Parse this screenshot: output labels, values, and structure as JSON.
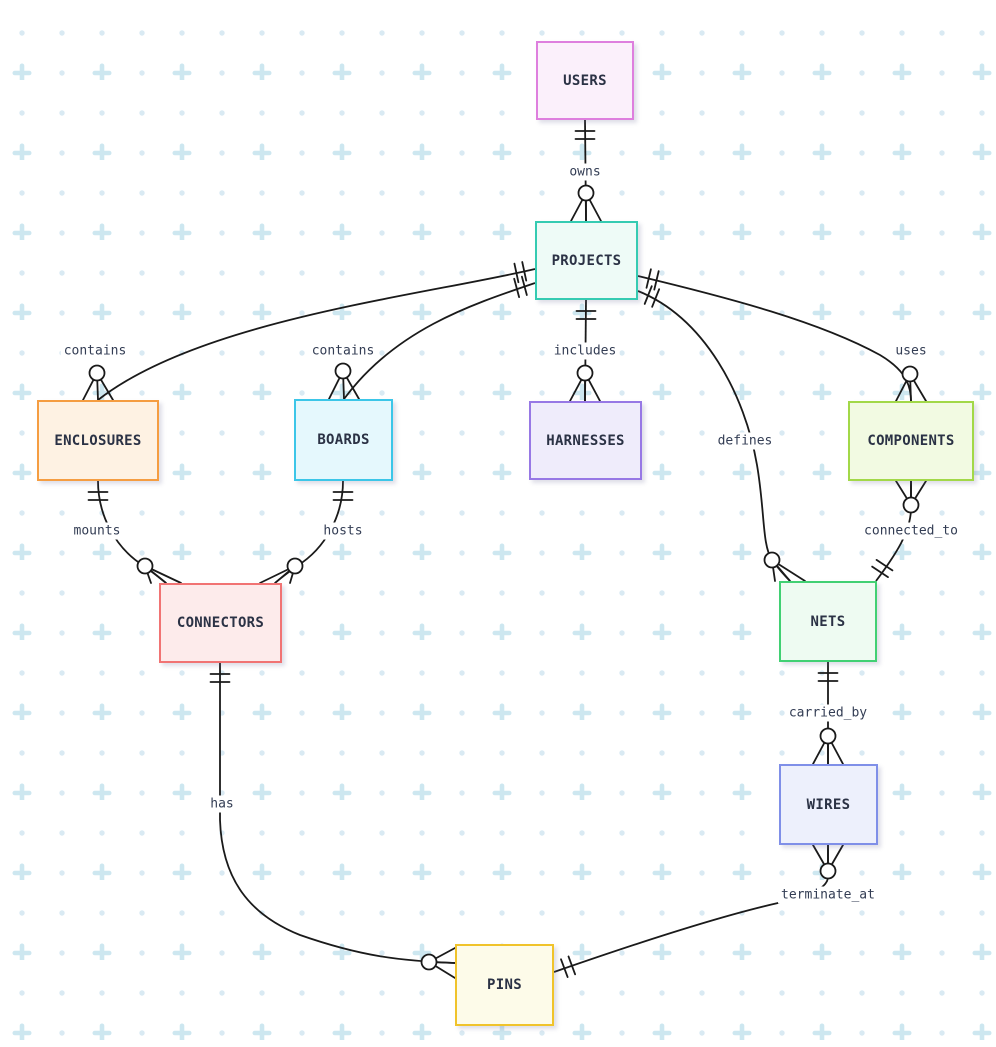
{
  "diagram": {
    "type": "entity-relationship-diagram",
    "notation": "crows-foot",
    "entities": [
      {
        "id": "users",
        "name": "USERS",
        "border_color": "#de7fde",
        "fill_color": "#fbf0fb"
      },
      {
        "id": "projects",
        "name": "PROJECTS",
        "border_color": "#35cbb2",
        "fill_color": "#eefbf7"
      },
      {
        "id": "enclosures",
        "name": "ENCLOSURES",
        "border_color": "#f59d41",
        "fill_color": "#fef2e3"
      },
      {
        "id": "boards",
        "name": "BOARDS",
        "border_color": "#3cc6e8",
        "fill_color": "#e5f8fd"
      },
      {
        "id": "harnesses",
        "name": "HARNESSES",
        "border_color": "#9778e5",
        "fill_color": "#efecfb"
      },
      {
        "id": "components",
        "name": "COMPONENTS",
        "border_color": "#a2d848",
        "fill_color": "#f2fae2"
      },
      {
        "id": "connectors",
        "name": "CONNECTORS",
        "border_color": "#f17373",
        "fill_color": "#fdebeb"
      },
      {
        "id": "nets",
        "name": "NETS",
        "border_color": "#41d073",
        "fill_color": "#eefbf2"
      },
      {
        "id": "wires",
        "name": "WIRES",
        "border_color": "#7f8fe8",
        "fill_color": "#edf0fc"
      },
      {
        "id": "pins",
        "name": "PINS",
        "border_color": "#f0c32b",
        "fill_color": "#fdfbe9"
      }
    ],
    "relationships": [
      {
        "from": "USERS",
        "to": "PROJECTS",
        "label": "owns",
        "from_cardinality": "exactly-one",
        "to_cardinality": "zero-or-many"
      },
      {
        "from": "PROJECTS",
        "to": "ENCLOSURES",
        "label": "contains",
        "from_cardinality": "exactly-one",
        "to_cardinality": "zero-or-many"
      },
      {
        "from": "PROJECTS",
        "to": "BOARDS",
        "label": "contains",
        "from_cardinality": "exactly-one",
        "to_cardinality": "zero-or-many"
      },
      {
        "from": "PROJECTS",
        "to": "HARNESSES",
        "label": "includes",
        "from_cardinality": "exactly-one",
        "to_cardinality": "zero-or-many"
      },
      {
        "from": "PROJECTS",
        "to": "COMPONENTS",
        "label": "uses",
        "from_cardinality": "exactly-one",
        "to_cardinality": "zero-or-many"
      },
      {
        "from": "PROJECTS",
        "to": "NETS",
        "label": "defines",
        "from_cardinality": "exactly-one",
        "to_cardinality": "zero-or-many"
      },
      {
        "from": "ENCLOSURES",
        "to": "CONNECTORS",
        "label": "mounts",
        "from_cardinality": "exactly-one",
        "to_cardinality": "zero-or-many"
      },
      {
        "from": "BOARDS",
        "to": "CONNECTORS",
        "label": "hosts",
        "from_cardinality": "exactly-one",
        "to_cardinality": "zero-or-many"
      },
      {
        "from": "COMPONENTS",
        "to": "NETS",
        "label": "connected_to",
        "from_cardinality": "zero-or-many",
        "to_cardinality": "exactly-one"
      },
      {
        "from": "NETS",
        "to": "WIRES",
        "label": "carried_by",
        "from_cardinality": "exactly-one",
        "to_cardinality": "zero-or-many"
      },
      {
        "from": "CONNECTORS",
        "to": "PINS",
        "label": "has",
        "from_cardinality": "exactly-one",
        "to_cardinality": "zero-or-many"
      },
      {
        "from": "WIRES",
        "to": "PINS",
        "label": "terminate_at",
        "from_cardinality": "zero-or-many",
        "to_cardinality": "exactly-one"
      }
    ]
  },
  "colors": {
    "edge": "#1a1a1a",
    "entity_text": "#2b3245",
    "label_text": "#333d54",
    "label_background": "#ffffff",
    "background": "#ffffff",
    "background_dot": "#d9eaf3",
    "background_plus": "#cde7f0"
  }
}
